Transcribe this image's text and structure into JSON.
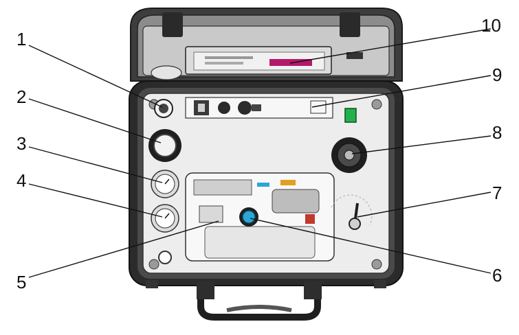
{
  "callouts": [
    {
      "id": "1",
      "label": "1"
    },
    {
      "id": "2",
      "label": "2"
    },
    {
      "id": "3",
      "label": "3"
    },
    {
      "id": "4",
      "label": "4"
    },
    {
      "id": "5",
      "label": "5"
    },
    {
      "id": "6",
      "label": "6"
    },
    {
      "id": "7",
      "label": "7"
    },
    {
      "id": "8",
      "label": "8"
    },
    {
      "id": "9",
      "label": "9"
    },
    {
      "id": "10",
      "label": "10"
    }
  ],
  "colors": {
    "case": "#2b2b2b",
    "lid": "#5a5a5a",
    "panel": "#e9e9e9",
    "switch_green": "#22b14c",
    "valve_blue": "#2aa7d6",
    "relief_red": "#c0392b",
    "label_magenta": "#b3196b"
  }
}
